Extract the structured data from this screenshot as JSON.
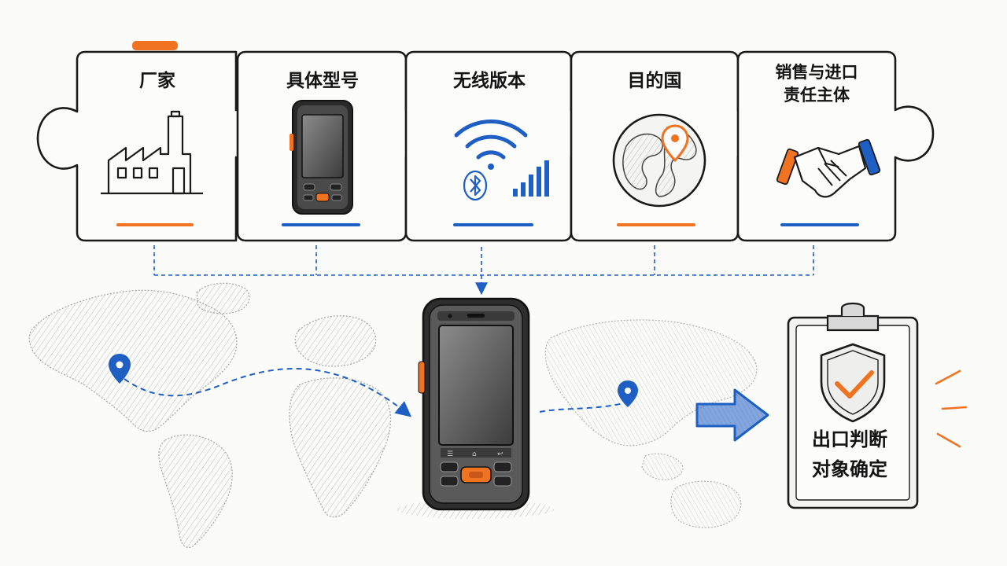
{
  "pieces": [
    {
      "label": "厂家",
      "icon": "factory-icon",
      "accent": "#f07322"
    },
    {
      "label": "具体型号",
      "icon": "handheld-device-icon",
      "accent": "#1f5fc4"
    },
    {
      "label": "无线版本",
      "icon": "wireless-signal-icon",
      "accent": "#1f5fc4"
    },
    {
      "label": "目的国",
      "icon": "globe-location-icon",
      "accent": "#f07322"
    },
    {
      "label_line1": "销售与进口",
      "label_line2": "责任主体",
      "icon": "handshake-icon",
      "accent": "#1f5fc4"
    }
  ],
  "result": {
    "line1": "出口判断",
    "line2": "对象确定",
    "icon": "shield-check-icon"
  },
  "colors": {
    "orange": "#f07322",
    "blue": "#1f5fc4",
    "ink": "#1a1a1a"
  },
  "icons": {
    "origin_pin": "location-pin-icon",
    "destination_pin": "location-pin-icon",
    "arrow": "arrow-right-icon",
    "map": "world-map-icon",
    "device": "rugged-handheld-icon"
  }
}
